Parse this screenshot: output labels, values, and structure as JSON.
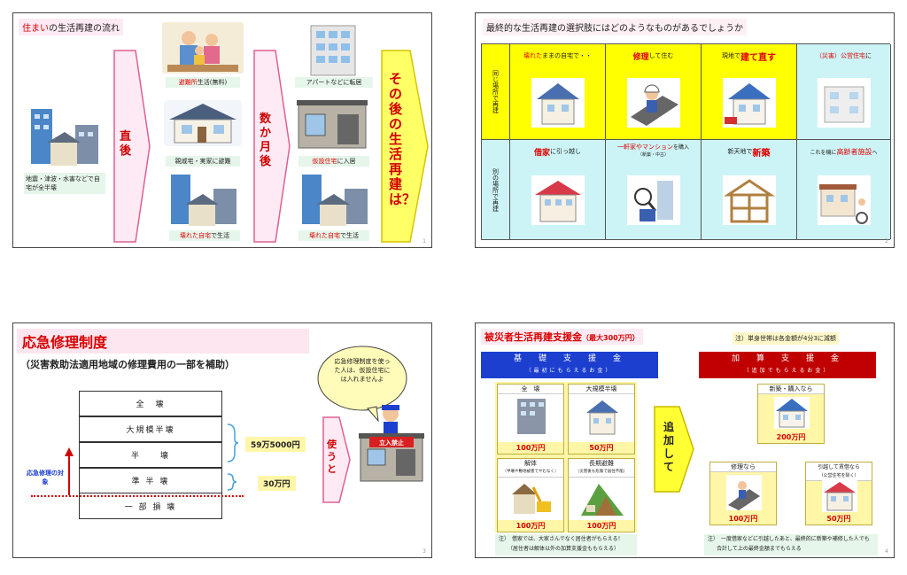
{
  "colors": {
    "accent": "#e00000",
    "pink": "#fde6f0",
    "yellow": "#ffff00",
    "cyan": "#ccf4f6",
    "blue": "#1c3fd0",
    "darkred": "#c00000"
  },
  "slide1": {
    "title_accent": "住まい",
    "title_rest": "の生活再建の流れ",
    "disaster_caption": "地震・津波・水害などで自宅が全半壊",
    "arrow1": "直後",
    "arrow2": "数か月後",
    "arrow3": "その後の生活再建は？",
    "mid": [
      {
        "accent": "避難所",
        "rest": "生活(無料)"
      },
      {
        "accent": "",
        "rest": "親戚宅・実家に避難"
      },
      {
        "accent": "壊れた自宅",
        "rest": "で生活"
      }
    ],
    "right": [
      {
        "accent": "",
        "rest": "アパートなどに転居"
      },
      {
        "accent": "仮設住宅",
        "rest": "に入居"
      },
      {
        "accent": "壊れた自宅",
        "rest": "で生活"
      }
    ],
    "page": "1"
  },
  "slide2": {
    "title": "最終的な生活再建の選択肢にはどのようなものがあるでしょうか",
    "row1_label": "同じ場所で再建",
    "row2_label": "別の場所で再建",
    "row1": [
      {
        "a": "壊れた",
        "b": "ままの自宅で・・"
      },
      {
        "a": "修理",
        "b": "して住む"
      },
      {
        "a": "",
        "b": "現地で",
        "c": "建て直す"
      },
      {
        "a": "（災害）公営住宅",
        "b": "に"
      }
    ],
    "row2": [
      {
        "a": "借家",
        "b": "に引っ越し"
      },
      {
        "a": "一軒家やマンション",
        "b": "を購入",
        "sub": "（新築・中古）"
      },
      {
        "a": "",
        "b": "新天地で",
        "c": "新築"
      },
      {
        "a": "",
        "b": "これを機に",
        "c": "高齢者施設",
        "d": "へ"
      }
    ],
    "page": "2"
  },
  "slide3": {
    "title": "応急修理制度",
    "subtitle": "（災害救助法適用地域の修理費用の一部を補助）",
    "bubble": "応急修理制度を使った人は、仮設住宅には入れませんよ",
    "tiers": [
      "全　壊",
      "大規模半壊",
      "半　　壊",
      "準 半 壊",
      "一 部 損 壊"
    ],
    "target_label": "応急修理の対象",
    "amount1": "59万5000円",
    "amount2": "30万円",
    "use_label": "使うと",
    "sign": "立入禁止",
    "page": "3"
  },
  "slide4": {
    "title": "被災者生活再建支援金",
    "title_max": "（最大300万円）",
    "note": "注）単身世帯は各金額が4分3に減額",
    "basic": {
      "title": "基　礎　支　援　金",
      "sub": "（最初にもらえるお金）"
    },
    "add": {
      "title": "加　算　支　援　金",
      "sub": "（追加でもらえるお金）"
    },
    "basic_items": [
      {
        "label": "全　壊",
        "amount": "100万円"
      },
      {
        "label": "大規模半壊",
        "amount": "50万円"
      },
      {
        "label": "解体",
        "sub": "（半壊や敷地被害でやむなく）",
        "amount": "100万円"
      },
      {
        "label": "長期避難",
        "sub": "（災害後も危険で居住不能）",
        "amount": "100万円"
      }
    ],
    "arrow": "追加して",
    "add_items": [
      {
        "label": "新築・購入なら",
        "amount": "200万円"
      },
      {
        "label": "修理なら",
        "amount": "100万円"
      },
      {
        "label": "引越して賃借なら",
        "sub": "（公営住宅を除く）",
        "amount": "50万円"
      }
    ],
    "foot_left1": "注）　借家では、大家さんでなく居住者がもらえる！",
    "foot_left2": "（居住者は解体以外の加算支援金ももらえる）",
    "foot_right1": "注）　一度借家などに引越したあと、最終的に新築や補修した人でも",
    "foot_right2": "合計して上の最終金額までもらえる",
    "page": "4"
  }
}
